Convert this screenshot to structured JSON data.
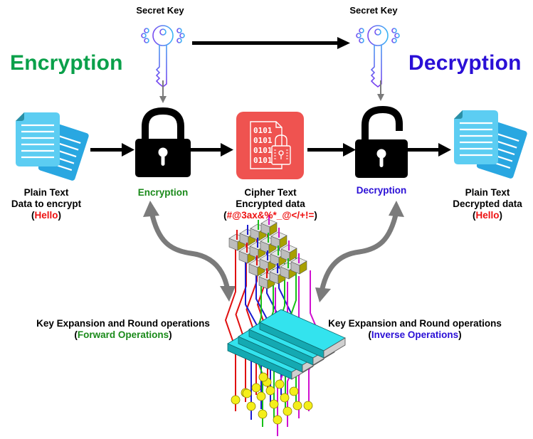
{
  "colors": {
    "encryption_green": "#0aa04a",
    "encryption_label_green": "#1a8a1a",
    "forward_green": "#1a8a1a",
    "decryption_blue": "#2a0fd6",
    "inverse_blue": "#2a0fd6",
    "red_text": "#ee1111",
    "cipher_box": "#ef5350",
    "doc_light": "#5ccdf2",
    "doc_dark": "#29a7e1",
    "arrow_gray": "#7b7b7b"
  },
  "header": {
    "left_key_label": "Secret Key",
    "right_key_label": "Secret Key",
    "encryption_title": "Encryption",
    "decryption_title": "Decryption"
  },
  "flow": {
    "plain_text": {
      "line1": "Plain Text",
      "line2": "Data to encrypt",
      "open": "(",
      "value": "Hello",
      "close": ")",
      "icon": "document-icon"
    },
    "encryption": {
      "label": "Encryption",
      "icon": "lock-closed-icon"
    },
    "cipher_text": {
      "line1": "Cipher Text",
      "line2": "Encrypted data",
      "open": "(",
      "value": "#@3ax&%*_@</+!=",
      "close": ")",
      "icon": "encrypted-file-icon",
      "binary_rows": [
        "0101",
        "0101",
        "0101",
        "0101"
      ]
    },
    "decryption": {
      "label": "Decryption",
      "icon": "lock-open-icon"
    },
    "decrypted_text": {
      "line1": "Plain Text",
      "line2": "Decrypted data",
      "open": "(",
      "value": "Hello",
      "close": ")",
      "icon": "document-icon"
    }
  },
  "rounds": {
    "left": {
      "line1": "Key Expansion and Round operations",
      "open": "(",
      "value": "Forward Operations",
      "close": ")"
    },
    "right": {
      "line1": "Key Expansion and Round operations",
      "open": "(",
      "value": "Inverse Operations",
      "close": ")"
    },
    "network_icon": "permutation-network-icon"
  }
}
